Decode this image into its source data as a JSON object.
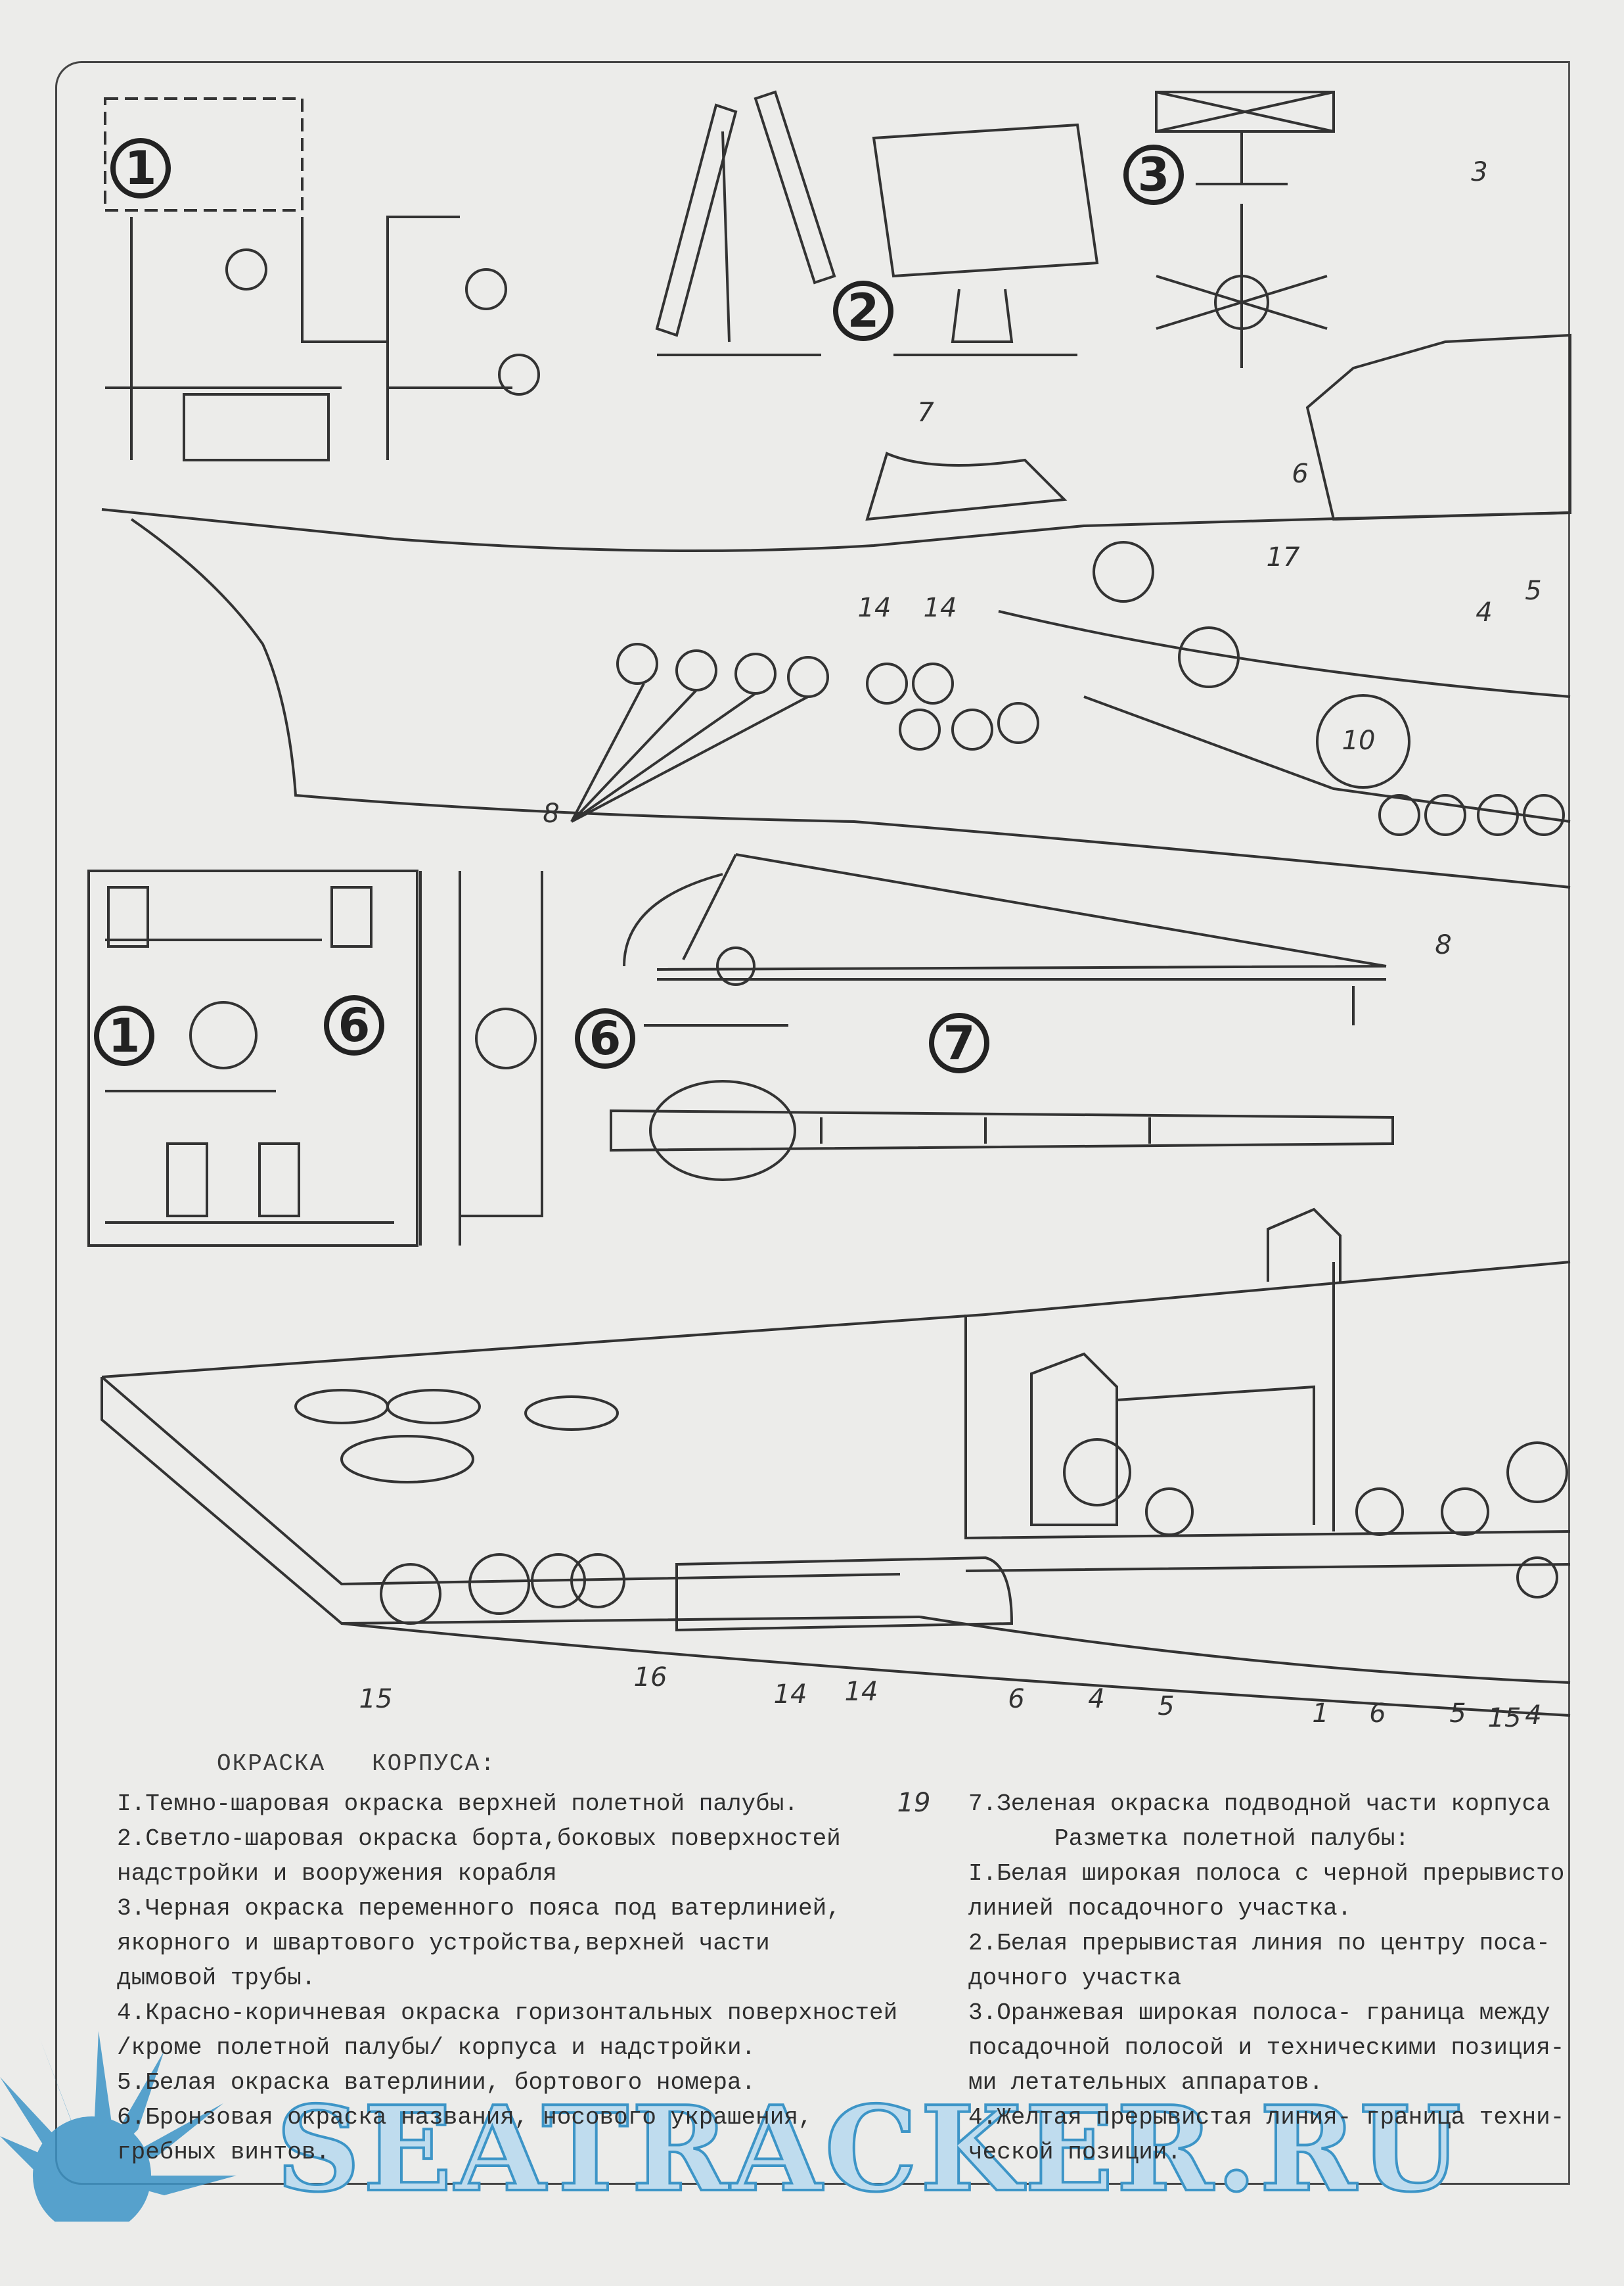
{
  "diagram_labels": {
    "circled": [
      "1",
      "2",
      "3",
      "1",
      "6",
      "6",
      "7",
      "10"
    ],
    "callouts": [
      "3",
      "6",
      "4",
      "5",
      "7",
      "17",
      "14",
      "14",
      "8",
      "8",
      "15",
      "16",
      "14",
      "14",
      "19",
      "6",
      "4",
      "5",
      "1",
      "6",
      "5",
      "15",
      "4"
    ]
  },
  "hull_painting": {
    "title": "ОКРАСКА   КОРПУСА:",
    "lines": [
      "I.Темно-шаровая окраска верхней полетной палубы.",
      "2.Светло-шаровая окраска борта,боковых поверхностей",
      "надстройки и вооружения корабля",
      "3.Черная окраска переменного пояса под ватерлинией,",
      "якорного и швартового устройства,верхней части",
      "дымовой трубы.",
      "4.Красно-коричневая окраска горизонтальных поверхностей",
      "/кроме полетной палубы/ корпуса и надстройки.",
      "5.Белая окраска ватерлинии, бортового номера.",
      "6.Бронзовая окраска названия, носового украшения,",
      "гребных винтов."
    ]
  },
  "right_column": {
    "item7": "7.Зеленая окраска подводной части корпуса",
    "markings_title": "Разметка полетной палубы:",
    "lines": [
      "I.Белая широкая полоса с черной прерывисто",
      "линией посадочного участка.",
      "2.Белая прерывистая линия по центру поса-",
      "дочного участка",
      "3.Оранжевая широкая полоса- граница между",
      "посадочной полосой и техническими позиция-",
      "ми летательных аппаратов.",
      "4.Желтая прерывистая линия- граница техни-",
      "ческой позиции."
    ]
  },
  "watermark": "SEATRACKER.RU",
  "colors": {
    "paper": "#ececea",
    "ink": "#333333",
    "watermark": "#3d95c7"
  }
}
